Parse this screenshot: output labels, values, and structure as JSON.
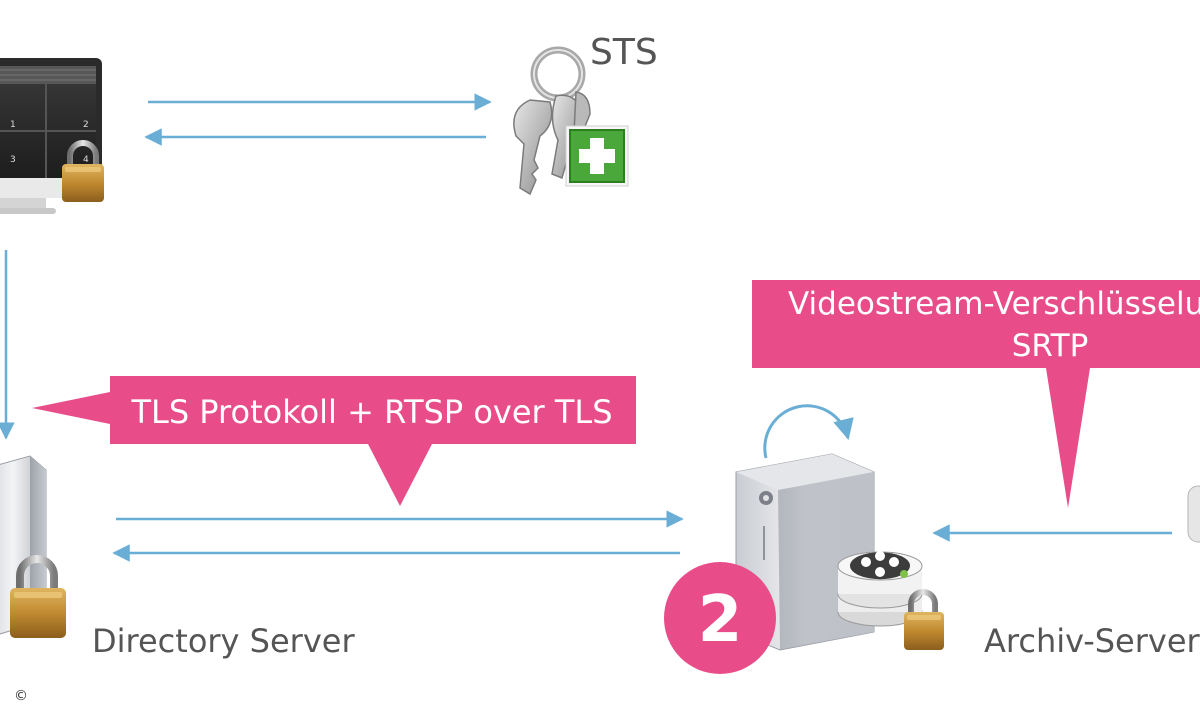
{
  "labels": {
    "sts": "STS",
    "directory_server": "Directory Server",
    "archive_server": "Archiv-Server",
    "copyright": "©"
  },
  "callouts": {
    "tls": "TLS Protokoll + RTSP over TLS",
    "video_line1": "Videostream-Verschlüsselung",
    "video_line2": "SRTP"
  },
  "badges": {
    "step": "2"
  },
  "monitor": {
    "tile_numbers": [
      "1",
      "2",
      "3",
      "4"
    ]
  },
  "colors": {
    "arrow": "#6aaed6",
    "callout": "#e84d89",
    "label_text": "#555555"
  },
  "icons": {
    "monitor": "monitor-icon",
    "keys": "keys-icon",
    "lock": "padlock-icon",
    "server": "server-tower-icon",
    "database": "database-film-reels-icon",
    "refresh": "circular-arrow-icon"
  }
}
